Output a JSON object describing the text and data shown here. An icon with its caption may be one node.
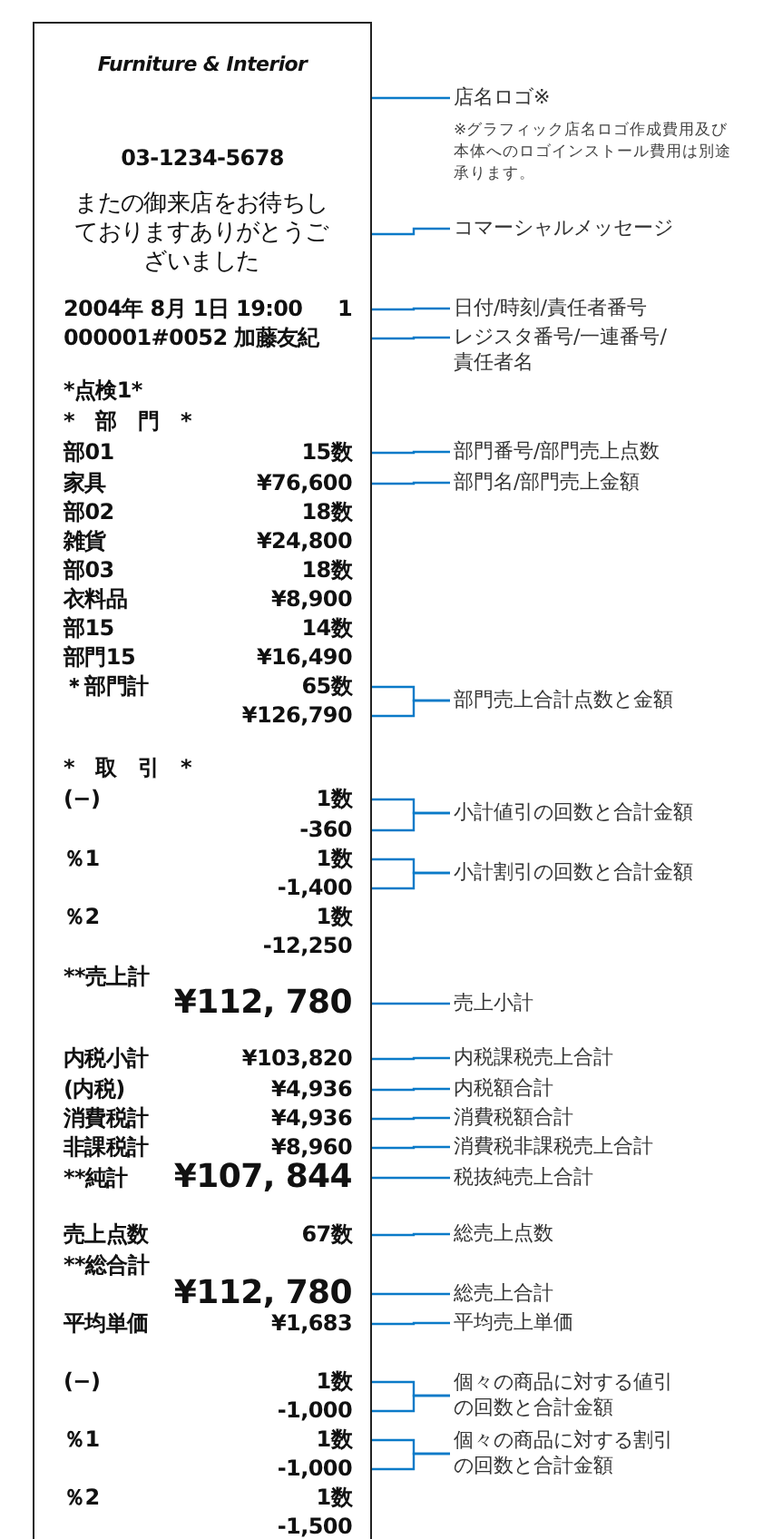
{
  "diagram": {
    "nodes": [
      {
        "text": [],
        "shape": "box"
      },
      {
        "text": [
          "またの御来店をお待ちしておりますありがとうございました"
        ],
        "in": 0
      },
      {
        "text": [
          "1"
        ],
        "in": 0
      },
      {
        "text": [
          "000001#0052 加藤友紀"
        ],
        "in": 0
      },
      {
        "text": [
          "15数"
        ],
        "in": 0
      },
      {
        "text": [
          "¥76,600"
        ],
        "in": 0
      },
      {
        "text": [
          "65数"
        ],
        "in": 0
      },
      {
        "text": [
          "¥126,790"
        ],
        "in": 0
      },
      {
        "text": [
          "1数"
        ],
        "in": 0
      },
      {
        "text": [
          "-360"
        ],
        "in": 0
      },
      {
        "text": [
          "1数"
        ],
        "in": 0
      },
      {
        "text": [
          "-1,400"
        ],
        "in": 0
      },
      {
        "text": [
          "¥112, 780"
        ],
        "in": 0
      },
      {
        "text": [
          "¥103,820"
        ],
        "in": 0
      },
      {
        "text": [
          "¥4,936"
        ],
        "in": 0
      },
      {
        "text": [
          "¥4,936"
        ],
        "in": 0
      },
      {
        "text": [
          "¥8,960"
        ],
        "in": 0
      },
      {
        "text": [
          "¥107, 844"
        ],
        "in": 0
      },
      {
        "text": [
          "67数"
        ],
        "in": 0
      },
      {
        "text": [
          "¥112, 780"
        ],
        "in": 0
      },
      {
        "text": [
          "¥1,683"
        ],
        "in": 0
      },
      {
        "text": [
          "1数"
        ],
        "in": 0
      },
      {
        "text": [
          "-1,000"
        ],
        "in": 0
      },
      {
        "text": [
          "1数"
        ],
        "in": 0
      },
      {
        "text": [
          "-1,000"
        ],
        "in": 0
      },
      {
        "text": [
          "店名ロゴ※"
        ]
      },
      {
        "text": [
          "コマーシャルメッセージ"
        ]
      },
      {
        "text": [
          "日付/時刻/責任者番号"
        ]
      },
      {
        "text": [
          "レジスタ番号/一連番号/責任者名"
        ]
      },
      {
        "text": [
          "部門番号/部門売上点数"
        ]
      },
      {
        "text": [
          "部門名/部門売上金額"
        ]
      },
      {
        "text": [
          "部門売上合計点数と金額"
        ]
      },
      {
        "text": [
          "小計値引の回数と合計金額"
        ]
      },
      {
        "text": [
          "小計割引の回数と合計金額"
        ]
      },
      {
        "text": [
          "売上小計"
        ]
      },
      {
        "text": [
          "内税課税売上合計"
        ]
      },
      {
        "text": [
          "内税額合計"
        ]
      },
      {
        "text": [
          "消費税額合計"
        ]
      },
      {
        "text": [
          "消費税非課税売上合計"
        ]
      },
      {
        "text": [
          "税抜純売上合計"
        ]
      },
      {
        "text": [
          "総売上点数"
        ]
      },
      {
        "text": [
          "総売上合計"
        ]
      },
      {
        "text": [
          "平均売上単価"
        ]
      },
      {
        "text": [
          "個々の商品に対する値引の回数と合計金額"
        ]
      },
      {
        "text": [
          "個々の商品に対する割引の回数と合計金額"
        ]
      }
    ],
    "edges": [
      {
        "from": 25,
        "to": null,
        "arrow": "none"
      },
      {
        "from": 26,
        "to": 1,
        "arrow": "none"
      },
      {
        "from": 27,
        "to": 2,
        "arrow": "none"
      },
      {
        "from": 28,
        "to": 3,
        "arrow": "none"
      },
      {
        "from": 29,
        "to": 4,
        "arrow": "none"
      },
      {
        "from": 30,
        "to": 5,
        "arrow": "none"
      },
      {
        "from": 31,
        "to": 6,
        "arrow": "none"
      },
      {
        "from": 31,
        "to": 7,
        "arrow": "none"
      },
      {
        "from": 32,
        "to": 8,
        "arrow": "none"
      },
      {
        "from": 32,
        "to": 9,
        "arrow": "none"
      },
      {
        "from": 33,
        "to": 10,
        "arrow": "none"
      },
      {
        "from": 33,
        "to": 11,
        "arrow": "none"
      },
      {
        "from": 34,
        "to": 12,
        "arrow": "none"
      },
      {
        "from": 35,
        "to": 13,
        "arrow": "none"
      },
      {
        "from": 36,
        "to": 14,
        "arrow": "none"
      },
      {
        "from": 37,
        "to": 15,
        "arrow": "none"
      },
      {
        "from": 38,
        "to": 16,
        "arrow": "none"
      },
      {
        "from": 39,
        "to": 17,
        "arrow": "none"
      },
      {
        "from": 40,
        "to": 18,
        "arrow": "none"
      },
      {
        "from": 41,
        "to": 19,
        "arrow": "none"
      },
      {
        "from": 42,
        "to": 20,
        "arrow": "none"
      },
      {
        "from": 43,
        "to": 21,
        "arrow": "none"
      },
      {
        "from": 43,
        "to": 22,
        "arrow": "none"
      },
      {
        "from": 44,
        "to": 23,
        "arrow": "none"
      },
      {
        "from": 44,
        "to": 24,
        "arrow": "none"
      }
    ],
    "labels": [
      "Furniture & Interior",
      "※グラフィック店名ロゴ作成費用及び本体へのロゴインストール費用は別途承ります。",
      "03-1234-5678",
      "2004年 8月 1日 19:00",
      "*点検1*",
      "*　部　門　*",
      "部01",
      "家具",
      "部02",
      "18数",
      "雑貨",
      "¥24,800",
      "部03",
      "18数",
      "衣料品",
      "¥8,900",
      "部15",
      "14数",
      "部門15",
      "¥16,490",
      "＊部門計",
      "*　取　引　*",
      "(−)",
      "％1",
      "％2",
      "1数",
      "-12,250",
      "**売上計",
      "内税小計",
      "(内税)",
      "消費税計",
      "非課税計",
      "**純計",
      "売上点数",
      "**総合計",
      "平均単価",
      "(−)",
      "％1",
      "％2",
      "1数",
      "-1,500"
    ]
  }
}
